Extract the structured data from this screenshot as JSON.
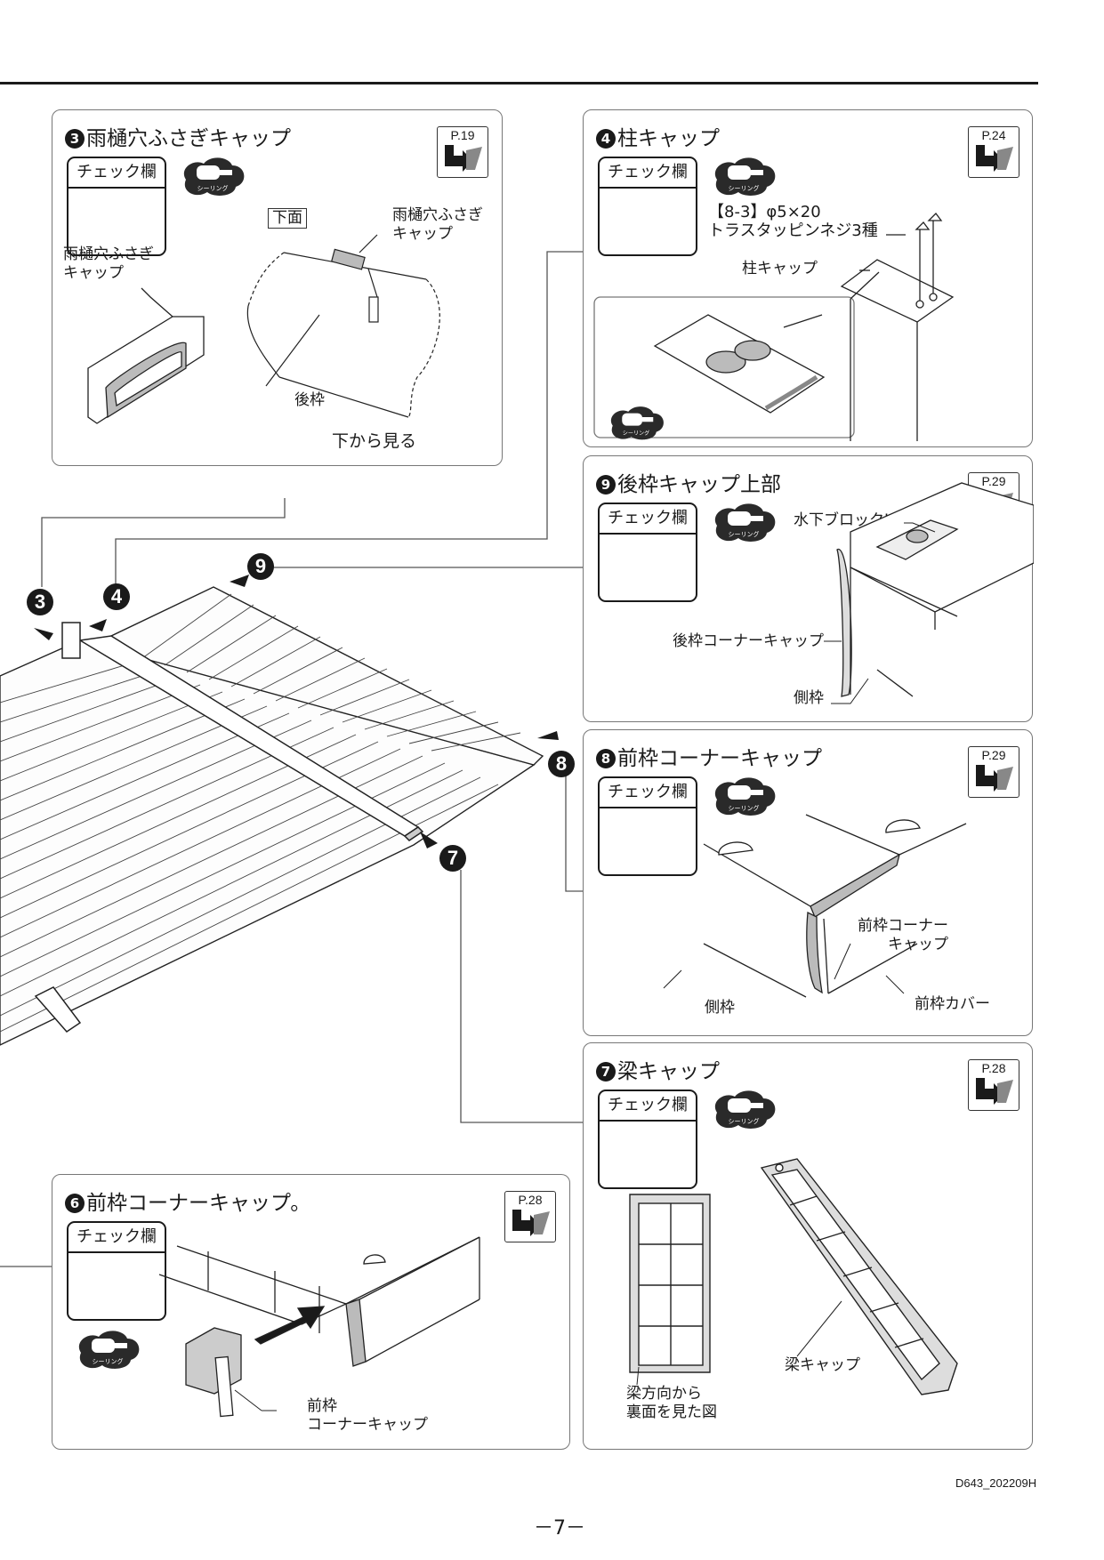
{
  "check_label": "チェック欄",
  "seal_label": "シーリング",
  "panels": {
    "p3": {
      "num": "3",
      "title": "雨樋穴ふさぎキャップ",
      "ref": "P.19",
      "labels": {
        "cap_left": "雨樋穴ふさぎ\nキャップ",
        "bottom_face": "下面",
        "cap_right": "雨樋穴ふさぎ\nキャップ",
        "rear": "後枠",
        "view": "下から見る"
      }
    },
    "p4": {
      "num": "4",
      "title": "柱キャップ",
      "ref": "P.24",
      "labels": {
        "screw": "【8-3】φ5×20\nトラスタッピンネジ3種",
        "cap": "柱キャップ"
      }
    },
    "p9": {
      "num": "9",
      "title": "後枠キャップ上部",
      "ref": "P.29",
      "labels": {
        "block": "水下ブロックL",
        "corner": "後枠コーナーキャップ",
        "side": "側枠"
      }
    },
    "p8": {
      "num": "8",
      "title": "前枠コーナーキャップ",
      "ref": "P.29",
      "labels": {
        "corner": "前枠コーナー\nキャップ",
        "side": "側枠",
        "cover": "前枠カバー"
      }
    },
    "p7": {
      "num": "7",
      "title": "梁キャップ",
      "ref": "P.28",
      "labels": {
        "view": "梁方向から\n裏面を見た図",
        "cap": "梁キャップ"
      }
    },
    "p6": {
      "num": "6",
      "title": "前枠コーナーキャップ。",
      "ref": "P.28",
      "labels": {
        "cap": "前枠\nコーナーキャップ"
      }
    }
  },
  "main_markers": [
    "3",
    "4",
    "9",
    "8",
    "7"
  ],
  "footer": {
    "code": "D643_202209H",
    "page": "－7－"
  }
}
